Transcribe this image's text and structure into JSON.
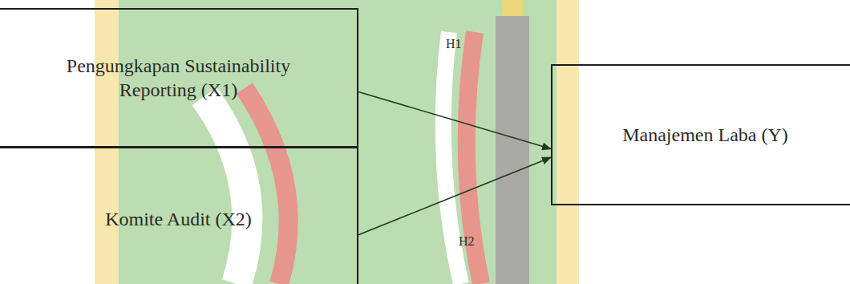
{
  "diagram": {
    "nodes": [
      {
        "text": [
          "Pengungkapan Sustainability Reporting (X1)"
        ]
      },
      {
        "text": [
          "Komite Audit (X2)"
        ]
      },
      {
        "text": [
          "Manajemen Laba (Y)"
        ]
      }
    ],
    "edges": [
      {
        "from": 0,
        "to": 2,
        "arrow": "to",
        "label": "H1"
      },
      {
        "from": 1,
        "to": 2,
        "arrow": "to",
        "label": "H2"
      }
    ]
  }
}
